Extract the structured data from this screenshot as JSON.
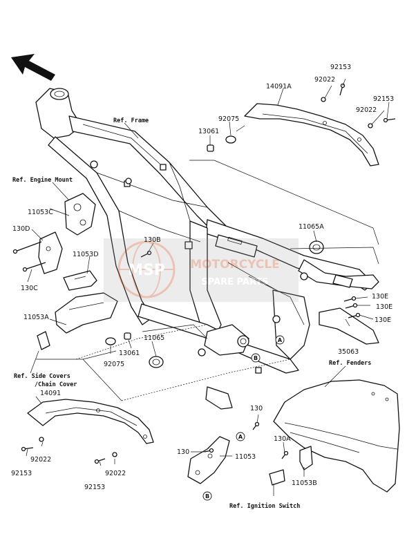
{
  "watermark": {
    "line1": "MOTORCYCLE",
    "line2": "SPARE PARTS",
    "badge": "MSP",
    "color": "#c8572f"
  },
  "labels": {
    "ref_frame": "Ref. Frame",
    "ref_engine_mount": "Ref. Engine Mount",
    "ref_side_covers_1": "Ref. Side Covers",
    "ref_side_covers_2": "/Chain Cover",
    "ref_fenders": "Ref. Fenders",
    "ref_ignition": "Ref. Ignition Switch"
  },
  "parts": {
    "p92153_a": "92153",
    "p92022_a": "92022",
    "p14091a": "14091A",
    "p92153_b": "92153",
    "p92022_b": "92022",
    "p92075_a": "92075",
    "p13061_a": "13061",
    "p11053c": "11053C",
    "p130d": "130D",
    "p130c": "130C",
    "p130b": "130B",
    "p11053d": "11053D",
    "p11065a": "11065A",
    "p130e_1": "130E",
    "p130e_2": "130E",
    "p130e_3": "130E",
    "p11053a": "11053A",
    "p11065": "11065",
    "p13061_b": "13061",
    "p92075_b": "92075",
    "p35063": "35063",
    "p14091": "14091",
    "p92022_c": "92022",
    "p92153_c": "92153",
    "p92022_d": "92022",
    "p92153_d": "92153",
    "p130": "130",
    "p130_b": "130",
    "p11053": "11053",
    "p130a": "130A",
    "p11053b": "11053B"
  },
  "markers": {
    "a": "A",
    "b": "B"
  }
}
